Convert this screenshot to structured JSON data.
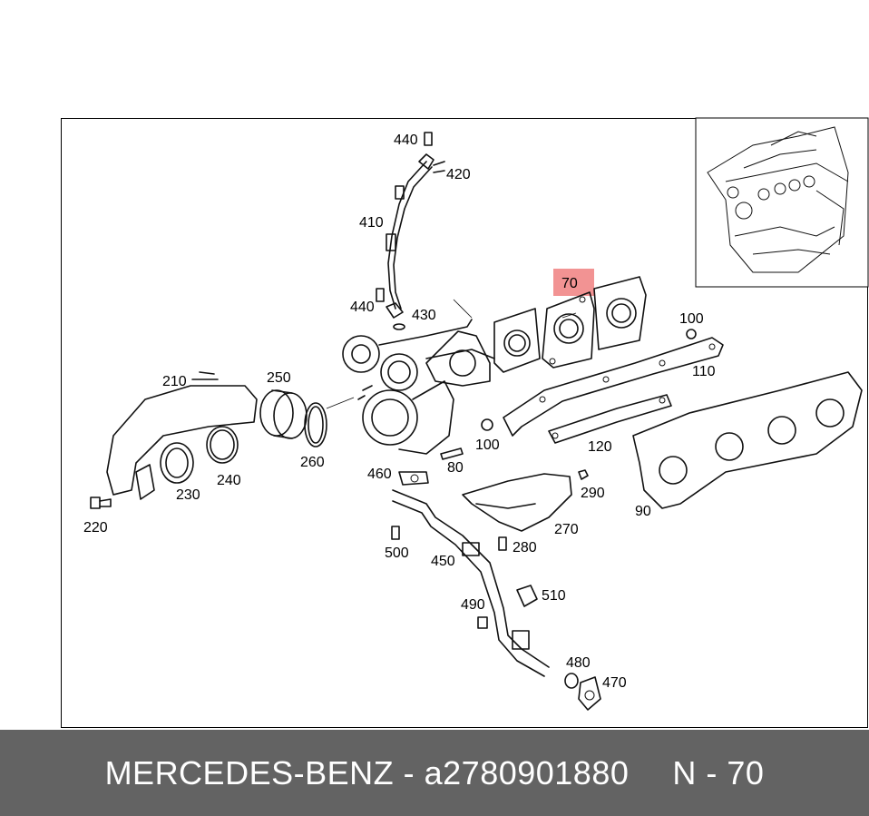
{
  "highlight_color": "#f08080",
  "footer_color": "#636363",
  "callouts": {
    "c440a": "440",
    "c420": "420",
    "c410": "410",
    "c440b": "440",
    "c430": "430",
    "c70": "70",
    "c100a": "100",
    "c110": "110",
    "c210": "210",
    "c250": "250",
    "c100b": "100",
    "c120": "120",
    "c260": "260",
    "c460": "460",
    "c80": "80",
    "c290": "290",
    "c230": "230",
    "c240": "240",
    "c220": "220",
    "c500": "500",
    "c450": "450",
    "c280": "280",
    "c270": "270",
    "c90": "90",
    "c510": "510",
    "c490": "490",
    "c480": "480",
    "c470": "470"
  },
  "footer": {
    "brand": "MERCEDES-BENZ",
    "separator": "-",
    "part_number": "a2780901880",
    "ref": "N - 70"
  }
}
